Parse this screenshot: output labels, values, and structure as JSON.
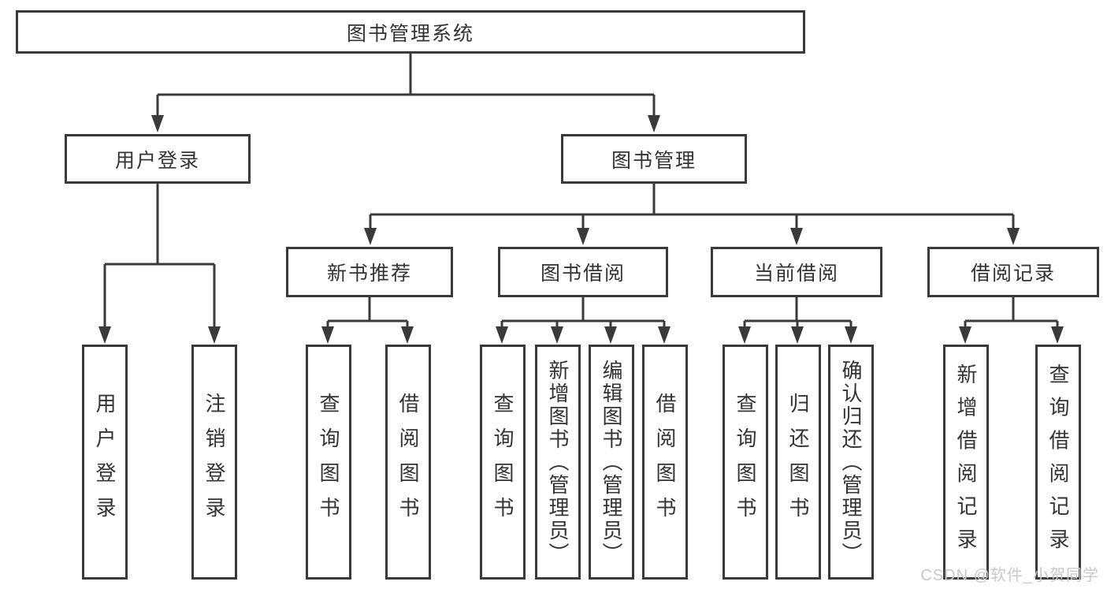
{
  "diagram": {
    "root": {
      "label": "图书管理系统"
    },
    "level2": {
      "user_login": {
        "label": "用户登录"
      },
      "book_mgmt": {
        "label": "图书管理"
      }
    },
    "level3": {
      "new_book_rec": {
        "label": "新书推荐"
      },
      "book_borrow": {
        "label": "图书借阅"
      },
      "current_borrow": {
        "label": "当前借阅"
      },
      "borrow_records": {
        "label": "借阅记录"
      }
    },
    "leaves": {
      "user_login_leaf": "用户登录",
      "logout": "注销登录",
      "nbr_query_books": "查询图书",
      "nbr_borrow_books": "借阅图书",
      "bb_query_books": "查询图书",
      "bb_add_books_admin": "新增图书（管理员）",
      "bb_edit_books_admin": "编辑图书（管理员）",
      "bb_borrow_books": "借阅图书",
      "cb_query_books": "查询图书",
      "cb_return_books": "归还图书",
      "cb_confirm_return_admin": "确认归还（管理员）",
      "br_add_record": "新增借阅记录",
      "br_query_record": "查询借阅记录"
    }
  },
  "watermark": "CSDN @软件_小贺同学",
  "colors": {
    "line": "#3a3a3a",
    "text": "#333333",
    "watermark_text": "#c8c8c8",
    "background": "#ffffff"
  }
}
